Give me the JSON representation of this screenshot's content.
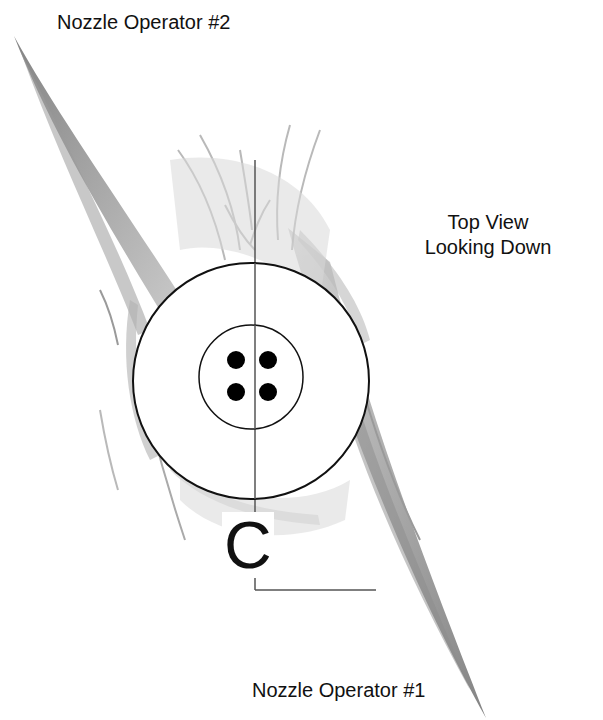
{
  "diagram": {
    "labels": [
      "Nozzle Operator #2",
      "Top View Looking Down",
      "C",
      "Nozzle Operator #1"
    ]
  }
}
